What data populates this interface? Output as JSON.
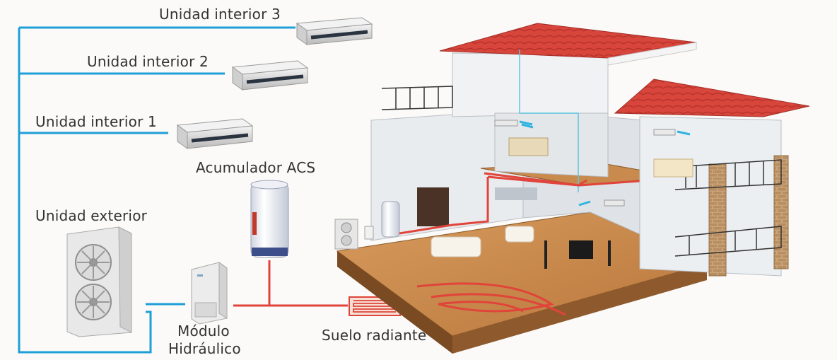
{
  "labels": {
    "indoor3": "Unidad interior 3",
    "indoor2": "Unidad interior 2",
    "indoor1": "Unidad interior 1",
    "tank": "Acumulador ACS",
    "outdoor": "Unidad exterior",
    "module_line1": "Módulo",
    "module_line2": "Hidráulico",
    "floor": "Suelo radiante"
  },
  "colors": {
    "refrigerant_line": "#1e9fd8",
    "water_line": "#e0443a",
    "roof": "#d8453b",
    "floor": "#c98a4e"
  }
}
